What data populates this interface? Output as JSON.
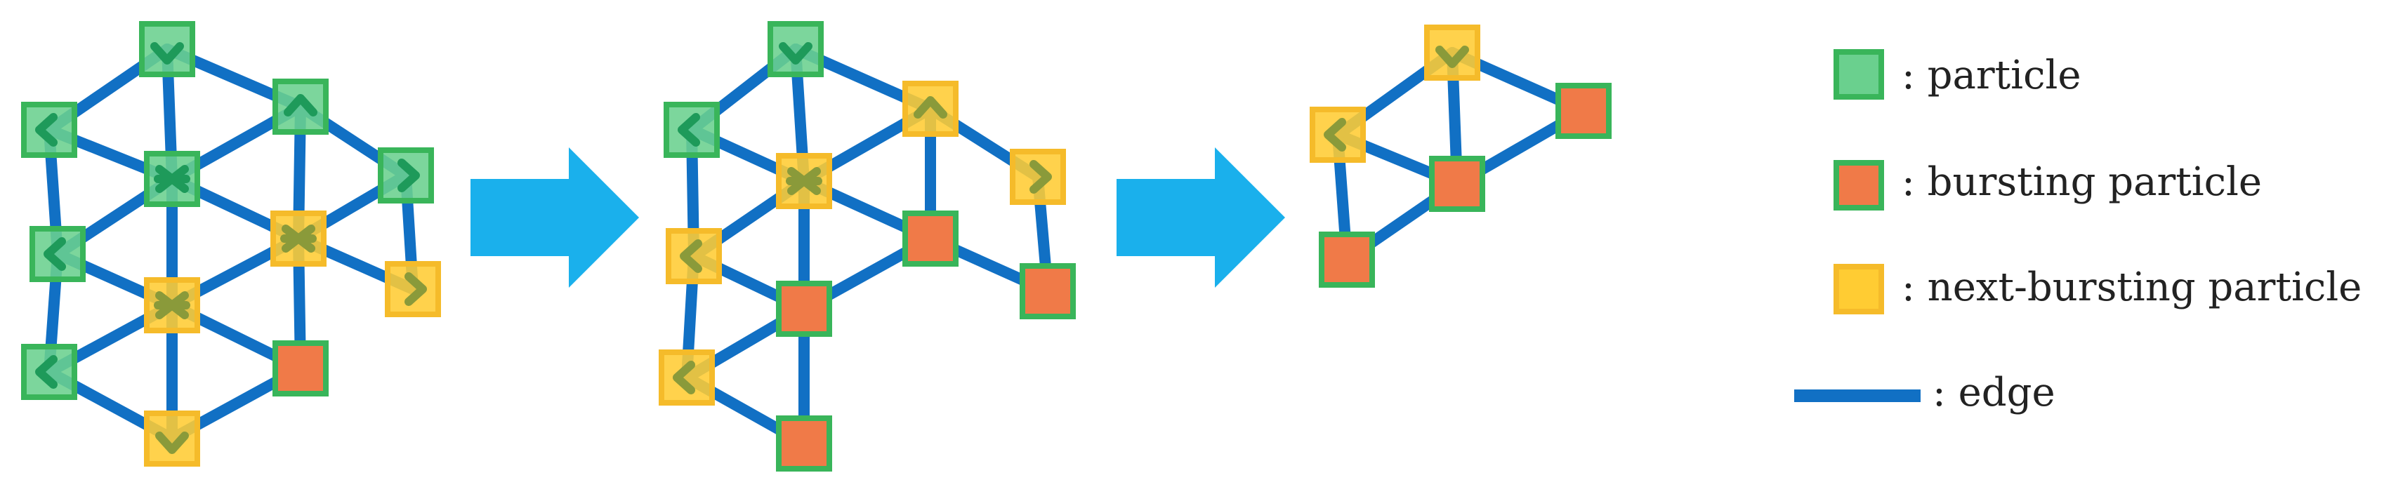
{
  "colors": {
    "edge": "#1170C4",
    "particle_fill": "#6AD08E",
    "particle_stroke": "#39B55A",
    "bursting_fill": "#F07A48",
    "next_fill": "#FFCC33",
    "next_stroke": "#F5BB2A",
    "arrow": "#1AB0EC"
  },
  "legend": {
    "particle": ": particle",
    "bursting": ": bursting particle",
    "next": ": next-bursting particle",
    "edge": ": edge"
  },
  "stages": [
    {
      "nodes": [
        {
          "id": "a1",
          "type": "particle",
          "mark": "chevron-down"
        },
        {
          "id": "a2",
          "type": "particle",
          "mark": "chevron-left"
        },
        {
          "id": "a3",
          "type": "particle",
          "mark": "chevron-up"
        },
        {
          "id": "a4",
          "type": "particle",
          "mark": "star"
        },
        {
          "id": "a5",
          "type": "particle",
          "mark": "chevron-right"
        },
        {
          "id": "a6",
          "type": "particle",
          "mark": "chevron-left"
        },
        {
          "id": "a7",
          "type": "next",
          "mark": "star"
        },
        {
          "id": "a8",
          "type": "next",
          "mark": "star"
        },
        {
          "id": "a9",
          "type": "next",
          "mark": "chevron-right"
        },
        {
          "id": "a10",
          "type": "particle",
          "mark": "chevron-left"
        },
        {
          "id": "a11",
          "type": "bursting",
          "mark": "none"
        },
        {
          "id": "a12",
          "type": "next",
          "mark": "chevron-down"
        }
      ],
      "edges": [
        [
          "a1",
          "a2"
        ],
        [
          "a1",
          "a3"
        ],
        [
          "a1",
          "a4"
        ],
        [
          "a2",
          "a4"
        ],
        [
          "a3",
          "a4"
        ],
        [
          "a2",
          "a6"
        ],
        [
          "a3",
          "a5"
        ],
        [
          "a3",
          "a7"
        ],
        [
          "a4",
          "a7"
        ],
        [
          "a4",
          "a6"
        ],
        [
          "a4",
          "a8"
        ],
        [
          "a4",
          "a12"
        ],
        [
          "a5",
          "a7"
        ],
        [
          "a5",
          "a9"
        ],
        [
          "a6",
          "a8"
        ],
        [
          "a6",
          "a10"
        ],
        [
          "a7",
          "a8"
        ],
        [
          "a7",
          "a9"
        ],
        [
          "a7",
          "a11"
        ],
        [
          "a8",
          "a10"
        ],
        [
          "a8",
          "a11"
        ],
        [
          "a10",
          "a12"
        ],
        [
          "a11",
          "a12"
        ]
      ]
    },
    {
      "nodes": [
        {
          "id": "b1",
          "type": "particle",
          "mark": "chevron-down"
        },
        {
          "id": "b2",
          "type": "particle",
          "mark": "chevron-left"
        },
        {
          "id": "b3",
          "type": "next",
          "mark": "chevron-up"
        },
        {
          "id": "b4",
          "type": "next",
          "mark": "star"
        },
        {
          "id": "b5",
          "type": "next",
          "mark": "chevron-right"
        },
        {
          "id": "b6",
          "type": "next",
          "mark": "chevron-left"
        },
        {
          "id": "b7",
          "type": "bursting",
          "mark": "none"
        },
        {
          "id": "b8",
          "type": "bursting",
          "mark": "none"
        },
        {
          "id": "b9",
          "type": "bursting",
          "mark": "none"
        },
        {
          "id": "b10",
          "type": "next",
          "mark": "chevron-left"
        },
        {
          "id": "b11",
          "type": "bursting",
          "mark": "none"
        }
      ],
      "edges": [
        [
          "b1",
          "b2"
        ],
        [
          "b1",
          "b3"
        ],
        [
          "b1",
          "b4"
        ],
        [
          "b2",
          "b4"
        ],
        [
          "b2",
          "b6"
        ],
        [
          "b3",
          "b4"
        ],
        [
          "b3",
          "b5"
        ],
        [
          "b3",
          "b7"
        ],
        [
          "b4",
          "b6"
        ],
        [
          "b4",
          "b7"
        ],
        [
          "b4",
          "b8"
        ],
        [
          "b5",
          "b9"
        ],
        [
          "b6",
          "b8"
        ],
        [
          "b6",
          "b10"
        ],
        [
          "b7",
          "b8"
        ],
        [
          "b7",
          "b9"
        ],
        [
          "b8",
          "b10"
        ],
        [
          "b8",
          "b11"
        ],
        [
          "b10",
          "b11"
        ]
      ]
    },
    {
      "nodes": [
        {
          "id": "c1",
          "type": "next",
          "mark": "chevron-down"
        },
        {
          "id": "c2",
          "type": "next",
          "mark": "chevron-left"
        },
        {
          "id": "c3",
          "type": "bursting",
          "mark": "none"
        },
        {
          "id": "c4",
          "type": "bursting",
          "mark": "none"
        },
        {
          "id": "c5",
          "type": "bursting",
          "mark": "none"
        }
      ],
      "edges": [
        [
          "c1",
          "c2"
        ],
        [
          "c1",
          "c3"
        ],
        [
          "c1",
          "c4"
        ],
        [
          "c2",
          "c4"
        ],
        [
          "c2",
          "c5"
        ],
        [
          "c4",
          "c5"
        ],
        [
          "c3",
          "c4"
        ]
      ]
    }
  ]
}
